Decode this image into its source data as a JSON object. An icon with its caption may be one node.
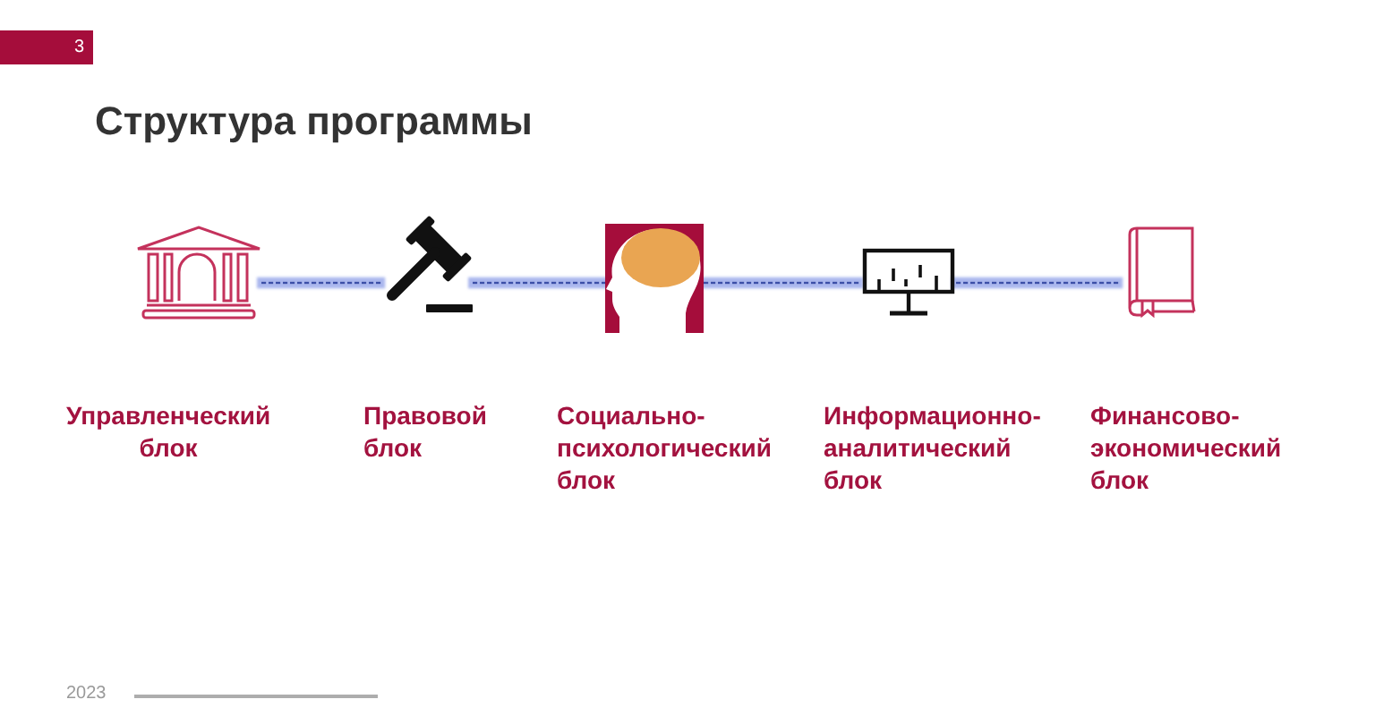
{
  "diagram": {
    "title": "Структура программы",
    "nodes": [
      {
        "text": [],
        "shape": "picture",
        "beside": [
          "Управленческий блок"
        ]
      },
      {
        "text": [],
        "shape": "picture",
        "beside": [
          "Правовой блок"
        ]
      },
      {
        "text": [],
        "shape": "picture",
        "beside": [
          "Социально-психологический блок"
        ]
      },
      {
        "text": [],
        "shape": "picture",
        "beside": [
          "Информационно-аналитический блок"
        ]
      },
      {
        "text": [],
        "shape": "picture",
        "beside": [
          "Финансово-экономический блок"
        ]
      }
    ],
    "edges": [
      {
        "from": 0,
        "to": 1,
        "arrow": "none",
        "style": "dashed"
      },
      {
        "from": 1,
        "to": 2,
        "arrow": "none",
        "style": "dashed"
      },
      {
        "from": 2,
        "to": 3,
        "arrow": "none",
        "style": "dashed"
      },
      {
        "from": 3,
        "to": 4,
        "arrow": "none",
        "style": "dashed"
      }
    ],
    "labels": [
      "3",
      "2023"
    ]
  }
}
